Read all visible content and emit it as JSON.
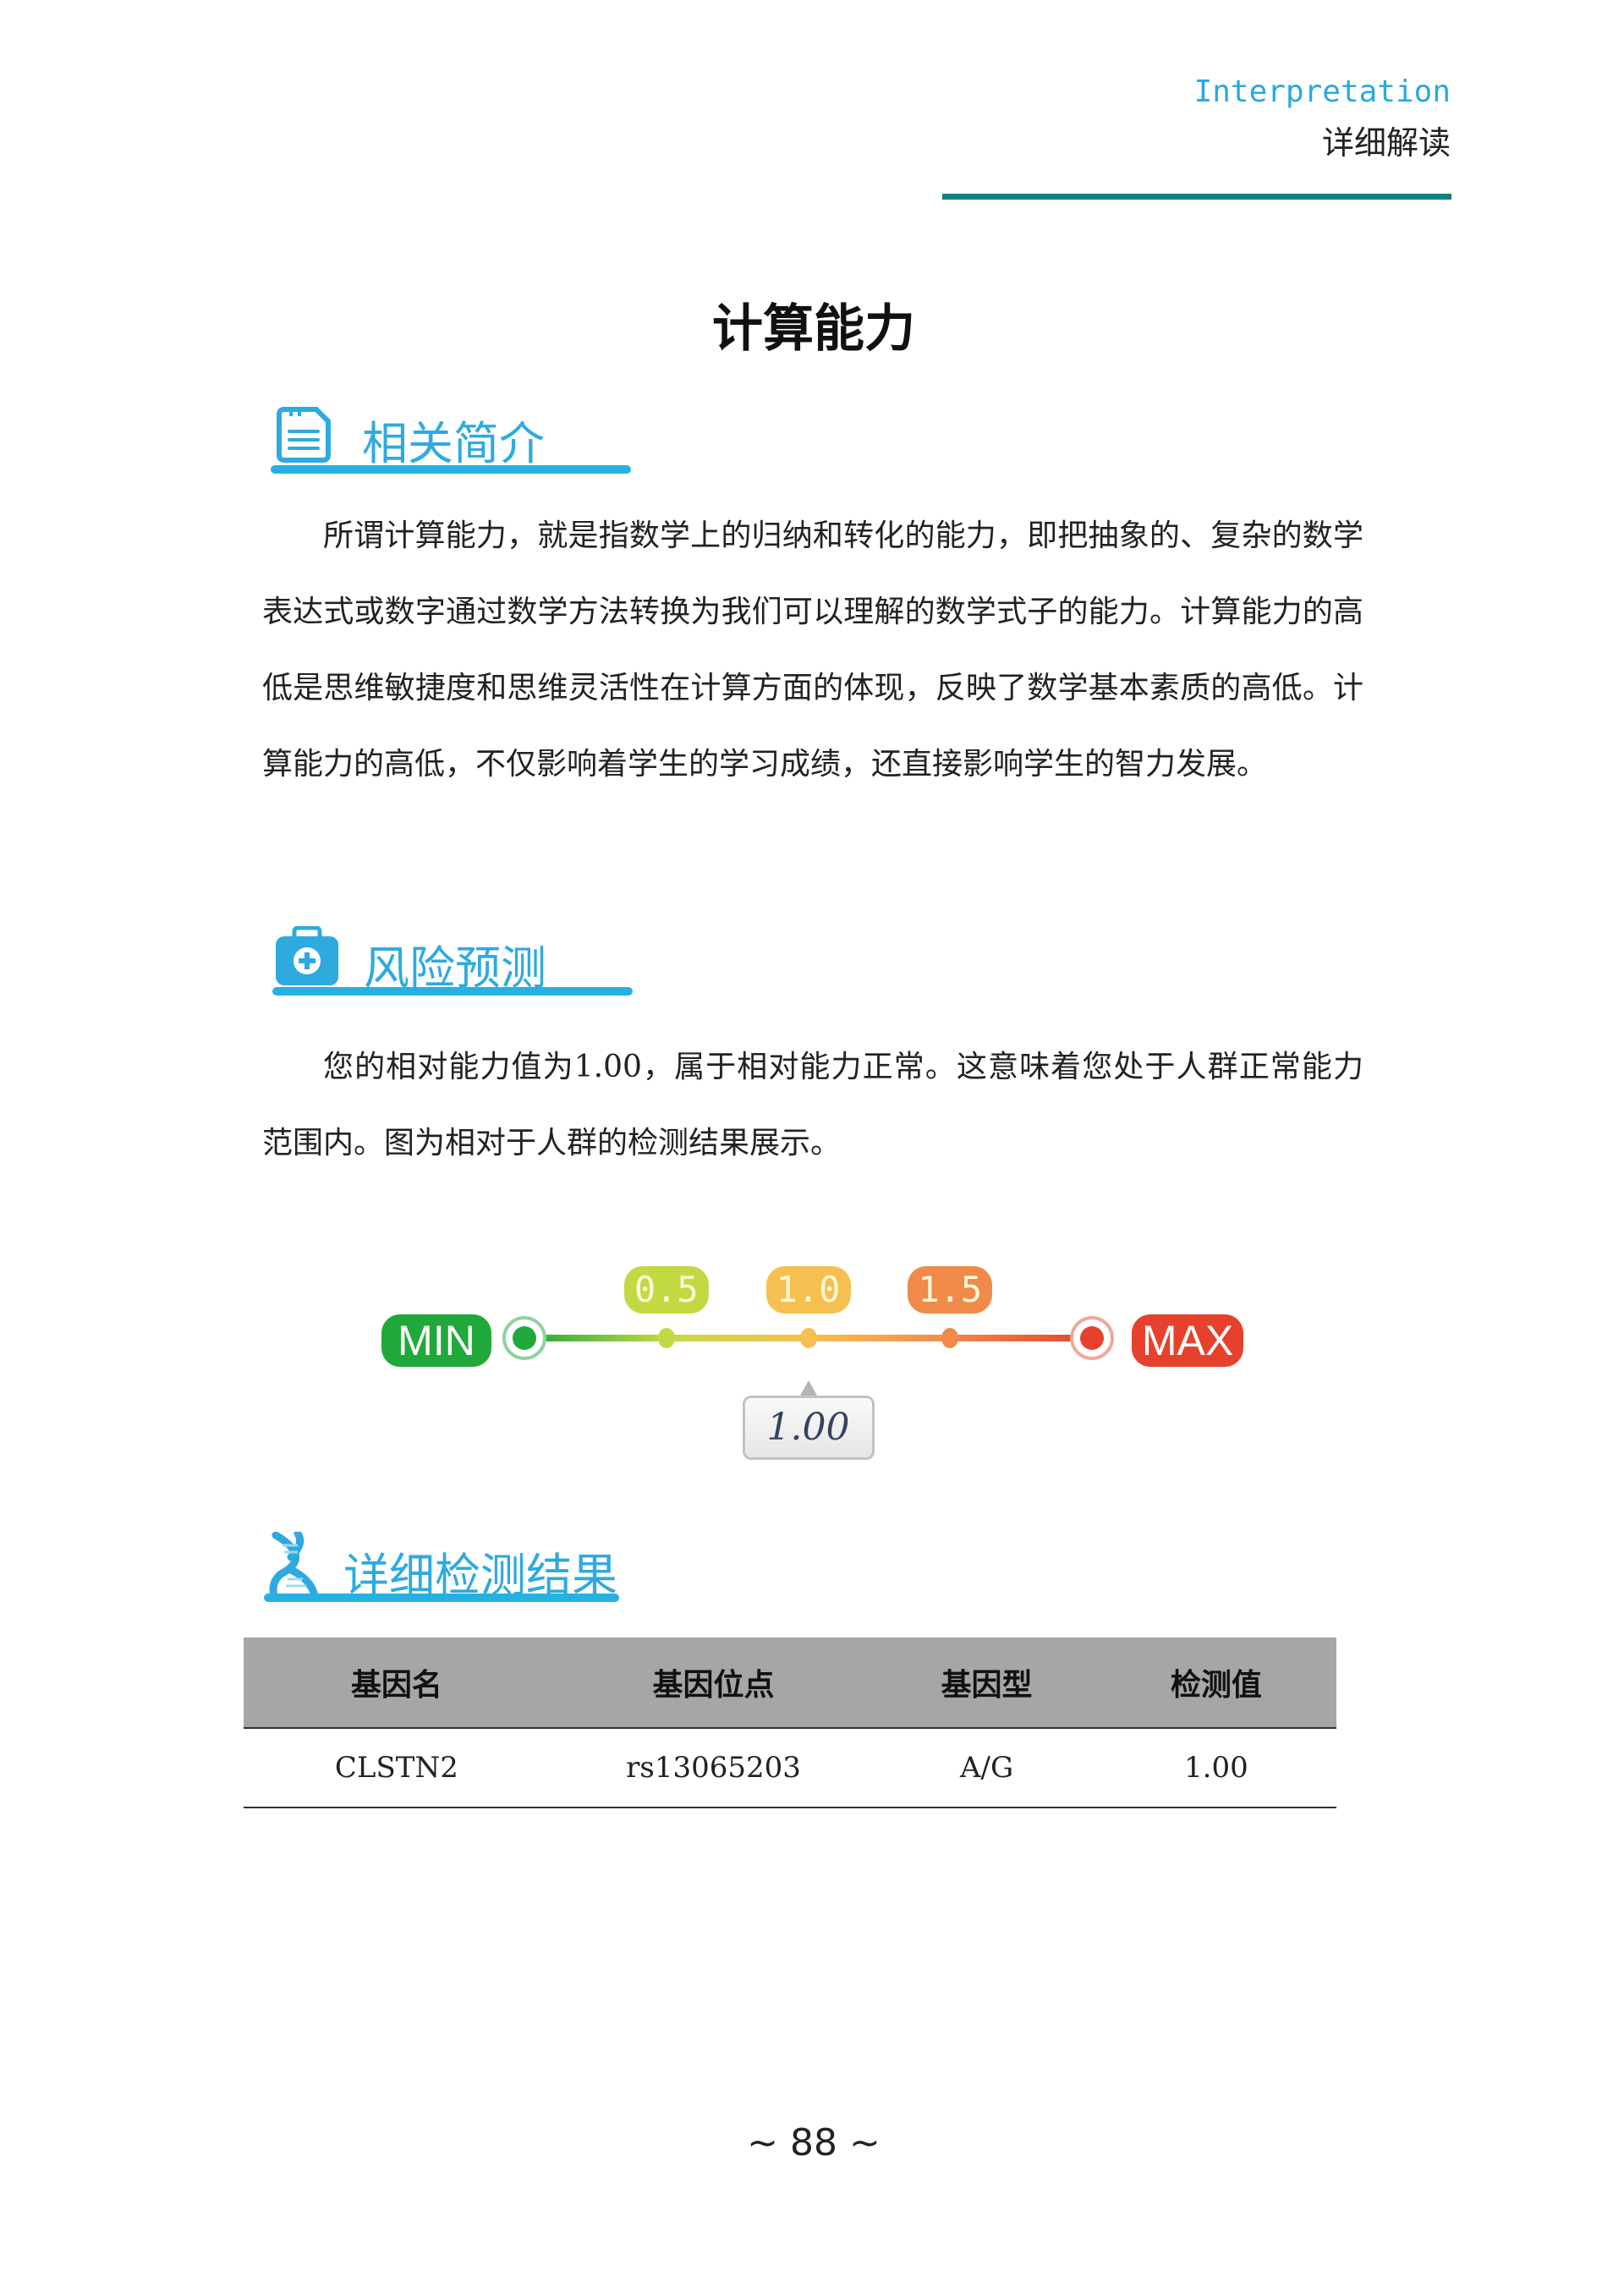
{
  "header": {
    "en": "Interpretation",
    "cn": "详细解读",
    "accent": "#12807a"
  },
  "title": "计算能力",
  "sections": {
    "intro": {
      "title": "相关简介",
      "icon": "notepad-icon",
      "text": "所谓计算能力，就是指数学上的归纳和转化的能力，即把抽象的、复杂的数学表达式或数字通过数学方法转换为我们可以理解的数学式子的能力。计算能力的高低是思维敏捷度和思维灵活性在计算方面的体现，反映了数学基本素质的高低。计算能力的高低，不仅影响着学生的学习成绩，还直接影响学生的智力发展。"
    },
    "risk": {
      "title": "风险预测",
      "icon": "medical-kit-icon",
      "text": "您的相对能力值为1.00，属于相对能力正常。这意味着您处于人群正常能力范围内。图为相对于人群的检测结果展示。"
    },
    "detail": {
      "title": "详细检测结果",
      "icon": "dna-icon"
    }
  },
  "gauge": {
    "min_label": "MIN",
    "max_label": "MAX",
    "ticks": [
      {
        "label": "0.5",
        "value": 0.5,
        "color": "#c3d944"
      },
      {
        "label": "1.0",
        "value": 1.0,
        "color": "#f6c050"
      },
      {
        "label": "1.5",
        "value": 1.5,
        "color": "#ef8a4a"
      }
    ],
    "range": [
      0,
      2
    ],
    "value": 1.0,
    "value_label": "1.00",
    "min_color": "#21a83a",
    "max_color": "#e5412d"
  },
  "table": {
    "headers": [
      "基因名",
      "基因位点",
      "基因型",
      "检测值"
    ],
    "rows": [
      [
        "CLSTN2",
        "rs13065203",
        "A/G",
        "1.00"
      ]
    ]
  },
  "page_number": "~ 88 ~"
}
